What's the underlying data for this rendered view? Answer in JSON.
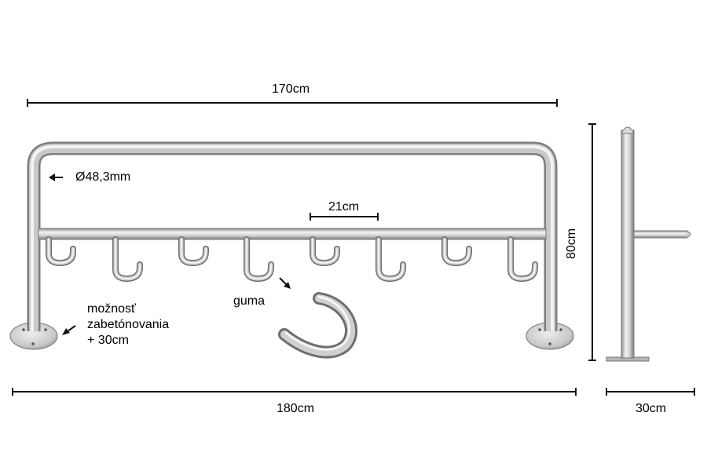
{
  "dimensions": {
    "top_width": "170cm",
    "bottom_width": "180cm",
    "hook_spacing": "21cm",
    "height": "80cm",
    "depth": "30cm"
  },
  "annotations": {
    "tube_diameter": "Ø48,3mm",
    "concrete_line1": "možnosť",
    "concrete_line2": "zabetónovania",
    "concrete_line3": "+ 30cm",
    "rubber": "guma"
  },
  "colors": {
    "steel_light": "#f2f2f2",
    "steel_mid": "#c4c4c4",
    "steel_dark": "#7c7c7c",
    "line": "#111111",
    "background": "#ffffff"
  }
}
